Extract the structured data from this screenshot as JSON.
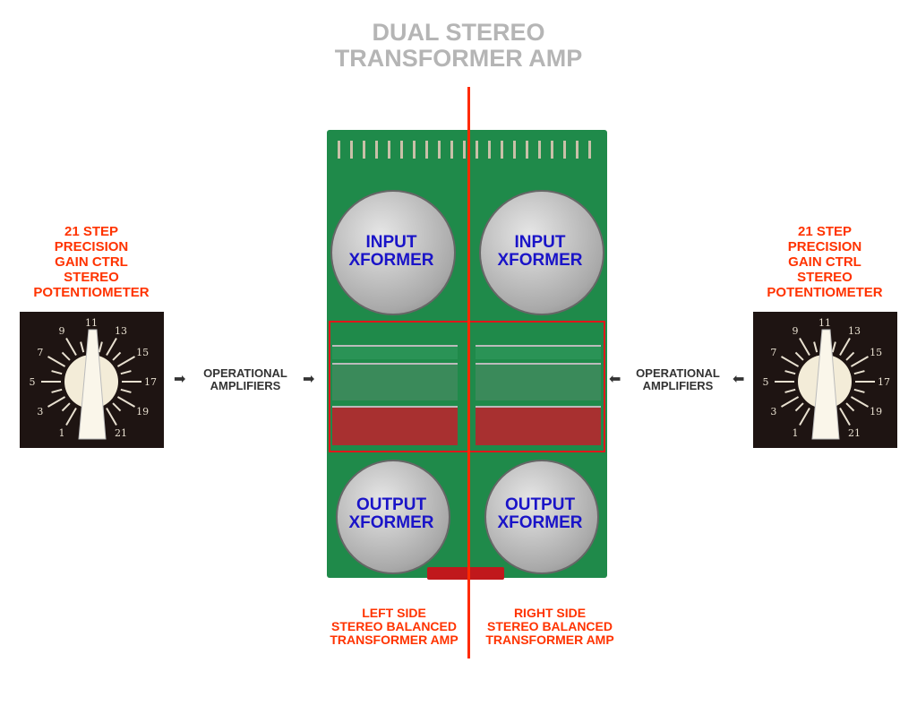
{
  "title": {
    "line1": "DUAL STEREO",
    "line2": "TRANSFORMER AMP"
  },
  "left_pot": {
    "lines": [
      "21 STEP",
      "PRECISION",
      "GAIN CTRL",
      "STEREO",
      "POTENTIOMETER"
    ],
    "scale": [
      "1",
      "3",
      "5",
      "7",
      "9",
      "11",
      "13",
      "15",
      "17",
      "19",
      "21"
    ]
  },
  "right_pot": {
    "lines": [
      "21 STEP",
      "PRECISION",
      "GAIN CTRL",
      "STEREO",
      "POTENTIOMETER"
    ],
    "scale": [
      "1",
      "3",
      "5",
      "7",
      "9",
      "11",
      "13",
      "15",
      "17",
      "19",
      "21"
    ]
  },
  "opamp_left": {
    "line1": "OPERATIONAL",
    "line2": "AMPLIFIERS"
  },
  "opamp_right": {
    "line1": "OPERATIONAL",
    "line2": "AMPLIFIERS"
  },
  "board": {
    "input_left": {
      "line1": "INPUT",
      "line2": "XFORMER"
    },
    "input_right": {
      "line1": "INPUT",
      "line2": "XFORMER"
    },
    "output_left": {
      "line1": "OUTPUT",
      "line2": "XFORMER"
    },
    "output_right": {
      "line1": "OUTPUT",
      "line2": "XFORMER"
    }
  },
  "left_side": {
    "lines": [
      "LEFT SIDE",
      "STEREO BALANCED",
      "TRANSFORMER AMP"
    ]
  },
  "right_side": {
    "lines": [
      "RIGHT SIDE",
      "STEREO BALANCED",
      "TRANSFORMER AMP"
    ]
  },
  "colors": {
    "label_red": "#ff3300",
    "title_gray": "#b5b5b5",
    "xformer_blue": "#1a14c8",
    "pcb_green": "#1f8a4a",
    "highlight_red": "#e0161a"
  }
}
